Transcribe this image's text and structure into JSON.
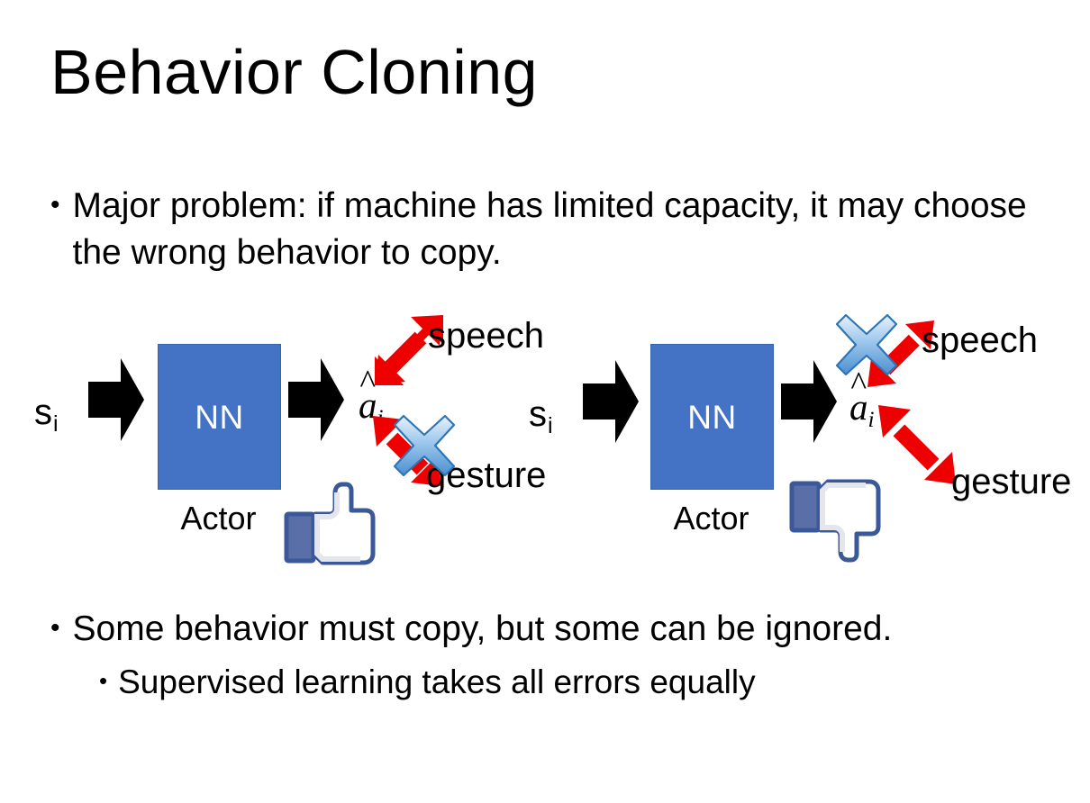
{
  "slide": {
    "title": "Behavior Cloning",
    "background_color": "#FFFFFF",
    "text_color": "#000000"
  },
  "bullets": {
    "top": {
      "marker": "•",
      "text": "Major problem: if machine has limited capacity, it may choose the wrong behavior to copy."
    },
    "bottom_level1": {
      "marker": "•",
      "text": "Some behavior must copy, but some can be ignored."
    },
    "bottom_level2": {
      "marker": "•",
      "text": "Supervised learning takes all errors equally"
    }
  },
  "colors": {
    "nn_box_fill": "#4472C4",
    "nn_box_border": "#3864AE",
    "nn_box_text": "#FFFFFF",
    "arrow_black": "#000000",
    "arrow_red": "#EE0000",
    "blue_x_light": "#CFE2F7",
    "blue_x_mid": "#5B9BD5",
    "blue_x_dark": "#2E75B6",
    "thumb_outline": "#3B5998",
    "thumb_fill": "#FFFFFF",
    "thumb_cuff": "#5A6FA8",
    "thumb_shade": "#E4E6EB"
  },
  "diagrams": [
    {
      "id": "left",
      "state_label": "s",
      "state_subscript": "i",
      "nn_label": "NN",
      "actor_label": "Actor",
      "action_label": "a",
      "action_subscript": "i",
      "action_hat": "̂",
      "outputs": [
        {
          "name": "speech",
          "label": "speech",
          "blocked": false
        },
        {
          "name": "gesture",
          "label": "gesture",
          "blocked": true
        }
      ],
      "feedback_icon": "thumbs-up",
      "blocked_output": "gesture"
    },
    {
      "id": "right",
      "state_label": "s",
      "state_subscript": "i",
      "nn_label": "NN",
      "actor_label": "Actor",
      "action_label": "a",
      "action_subscript": "i",
      "action_hat": "̂",
      "outputs": [
        {
          "name": "speech",
          "label": "speech",
          "blocked": true
        },
        {
          "name": "gesture",
          "label": "gesture",
          "blocked": false
        }
      ],
      "feedback_icon": "thumbs-down",
      "blocked_output": "speech"
    }
  ]
}
